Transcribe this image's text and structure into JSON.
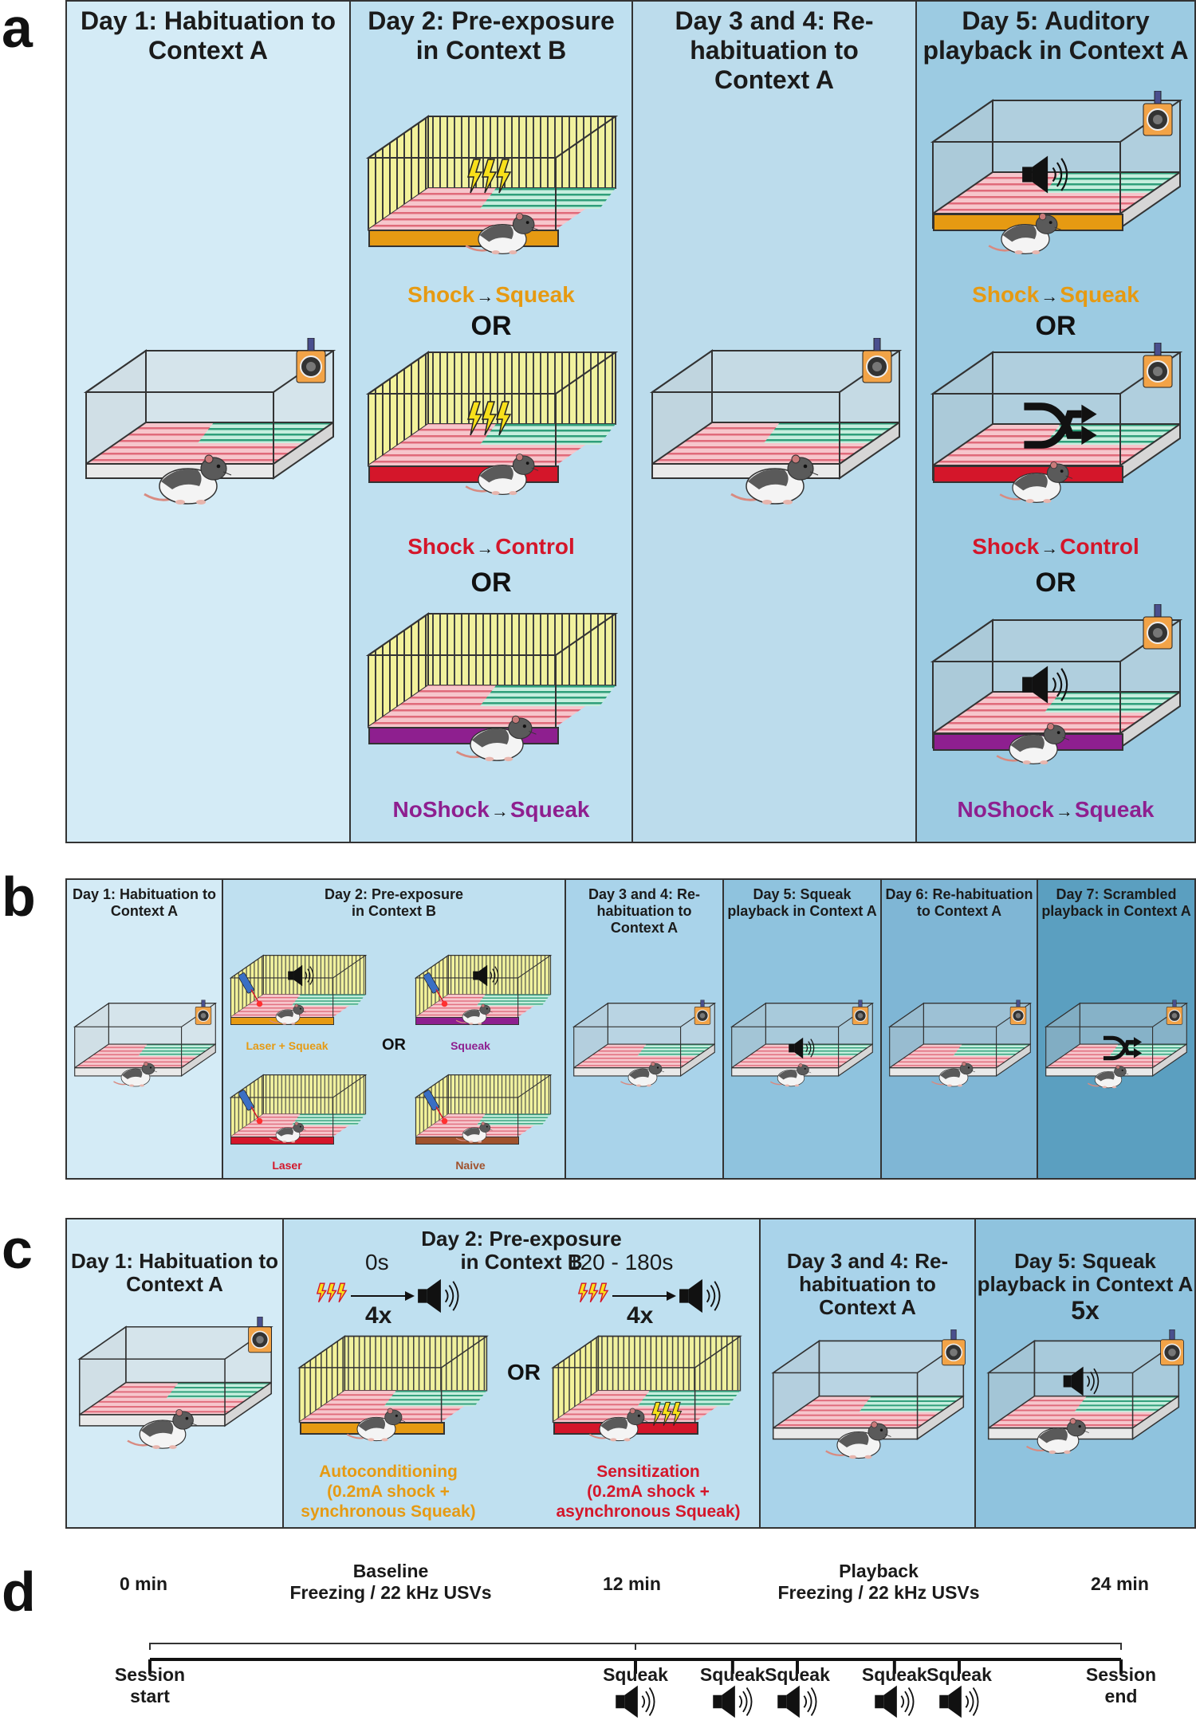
{
  "panel_letters": {
    "a": "a",
    "b": "b",
    "c": "c",
    "d": "d"
  },
  "panel_a": {
    "columns": [
      {
        "title": "Day 1: Habituation to\nContext A",
        "bg": "#d4ebf6"
      },
      {
        "title": "Day 2: Pre-exposure\nin Context B",
        "bg": "#bfe0f0"
      },
      {
        "title": "Day 3 and 4: Re-\nhabituation to\nContext A",
        "bg": "#bcdcec"
      },
      {
        "title": "Day 5: Auditory\nplayback in Context A",
        "bg": "#9ccbe2"
      }
    ],
    "conditions": [
      {
        "a": "Shock",
        "b": "Squeak",
        "color_a": "#e69a12",
        "color_b": "#e69a12"
      },
      {
        "a": "Shock",
        "b": "Control",
        "color_a": "#d4162a",
        "color_b": "#d4162a"
      },
      {
        "a": "NoShock",
        "b": "Squeak",
        "color_a": "#8e1f8f",
        "color_b": "#8e1f8f"
      }
    ],
    "or_label": "OR",
    "arrow": "→"
  },
  "panel_b": {
    "columns": [
      {
        "title": "Day 1: Habituation to\nContext A",
        "bg": "#d4ebf6"
      },
      {
        "title": "Day 2: Pre-exposure\nin Context B",
        "bg": "#bfe0f0"
      },
      {
        "title": "Day 3 and 4: Re-\nhabituation to\nContext A",
        "bg": "#a9d3ea"
      },
      {
        "title": "Day 5: Squeak\nplayback in Context A",
        "bg": "#8fc3de"
      },
      {
        "title": "Day 6: Re-habituation\nto Context A",
        "bg": "#7fb6d5"
      },
      {
        "title": "Day 7: Scrambled\nplayback in Context A",
        "bg": "#5b9fc0"
      }
    ],
    "groups": [
      {
        "label": "Laser + Squeak",
        "color": "#e69a12"
      },
      {
        "label": "Squeak",
        "color": "#8e1f8f"
      },
      {
        "label": "Laser",
        "color": "#d4162a"
      },
      {
        "label": "Naive",
        "color": "#a0522d"
      }
    ],
    "or_label": "OR"
  },
  "panel_c": {
    "columns": [
      {
        "title": "Day 1: Habituation to\nContext A",
        "bg": "#d4ebf6"
      },
      {
        "title": "Day 2: Pre-exposure\nin Context B",
        "bg": "#bfe0f0"
      },
      {
        "title": "Day 3 and 4: Re-\nhabituation to\nContext A",
        "bg": "#a9d3ea"
      },
      {
        "title": "Day 5: Squeak\nplayback in Context A",
        "bg": "#8fc3de"
      }
    ],
    "delay_1": "0s",
    "delay_2": "120 - 180s",
    "repeat_4x": "4x",
    "repeat_5x": "5x",
    "or_label": "OR",
    "autoconditioning": "Autoconditioning\n(0.2mA shock +\nsynchronous Squeak)",
    "sensitization": "Sensitization\n(0.2mA shock +\nasynchronous Squeak)"
  },
  "panel_d": {
    "start_time": "0 min",
    "mid_time": "12 min",
    "end_time": "24 min",
    "baseline_label": "Baseline\nFreezing / 22 kHz USVs",
    "playback_label": "Playback\nFreezing / 22 kHz USVs",
    "session_start": "Session\nstart",
    "session_end": "Session\nend",
    "squeak": "Squeak",
    "squeak_times_min": [
      12,
      14.4,
      16,
      18.4,
      20
    ]
  }
}
